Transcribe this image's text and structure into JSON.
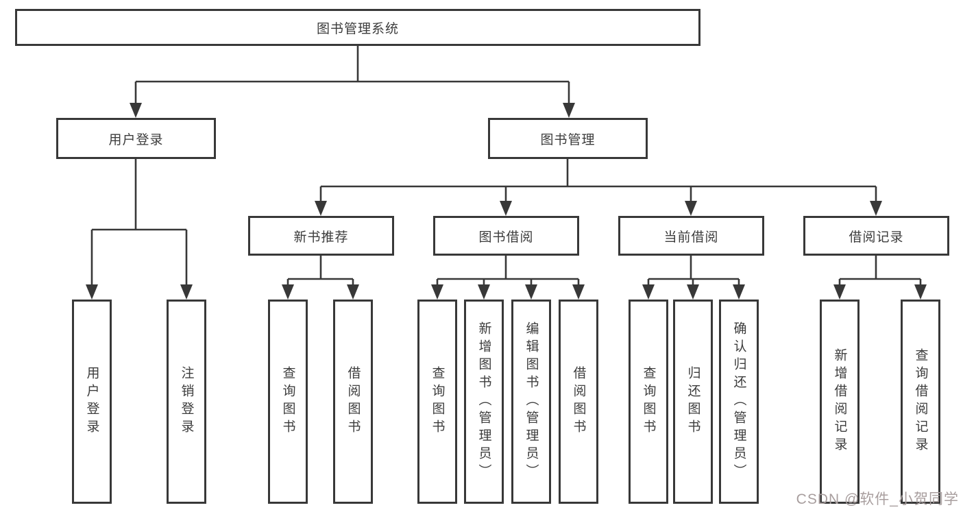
{
  "colors": {
    "line": "#383838",
    "box_border": "#383838",
    "text": "#3c3c3c",
    "watermark": "#a89e9e",
    "background": "#ffffff"
  },
  "watermark": {
    "text": "CSDN @软件_小贺同学"
  },
  "tree": {
    "root": {
      "label": "图书管理系统"
    },
    "branches": [
      {
        "label": "用户登录",
        "leaves": [
          {
            "label": "用户登录"
          },
          {
            "label": "注销登录"
          }
        ]
      },
      {
        "label": "图书管理",
        "groups": [
          {
            "label": "新书推荐",
            "leaves": [
              {
                "label": "查询图书"
              },
              {
                "label": "借阅图书"
              }
            ]
          },
          {
            "label": "图书借阅",
            "leaves": [
              {
                "label": "查询图书"
              },
              {
                "label": "新增图书（管理员）"
              },
              {
                "label": "编辑图书（管理员）"
              },
              {
                "label": "借阅图书"
              }
            ]
          },
          {
            "label": "当前借阅",
            "leaves": [
              {
                "label": "查询图书"
              },
              {
                "label": "归还图书"
              },
              {
                "label": "确认归还（管理员）"
              }
            ]
          },
          {
            "label": "借阅记录",
            "leaves": [
              {
                "label": "新增借阅记录"
              },
              {
                "label": "查询借阅记录"
              }
            ]
          }
        ]
      }
    ]
  }
}
